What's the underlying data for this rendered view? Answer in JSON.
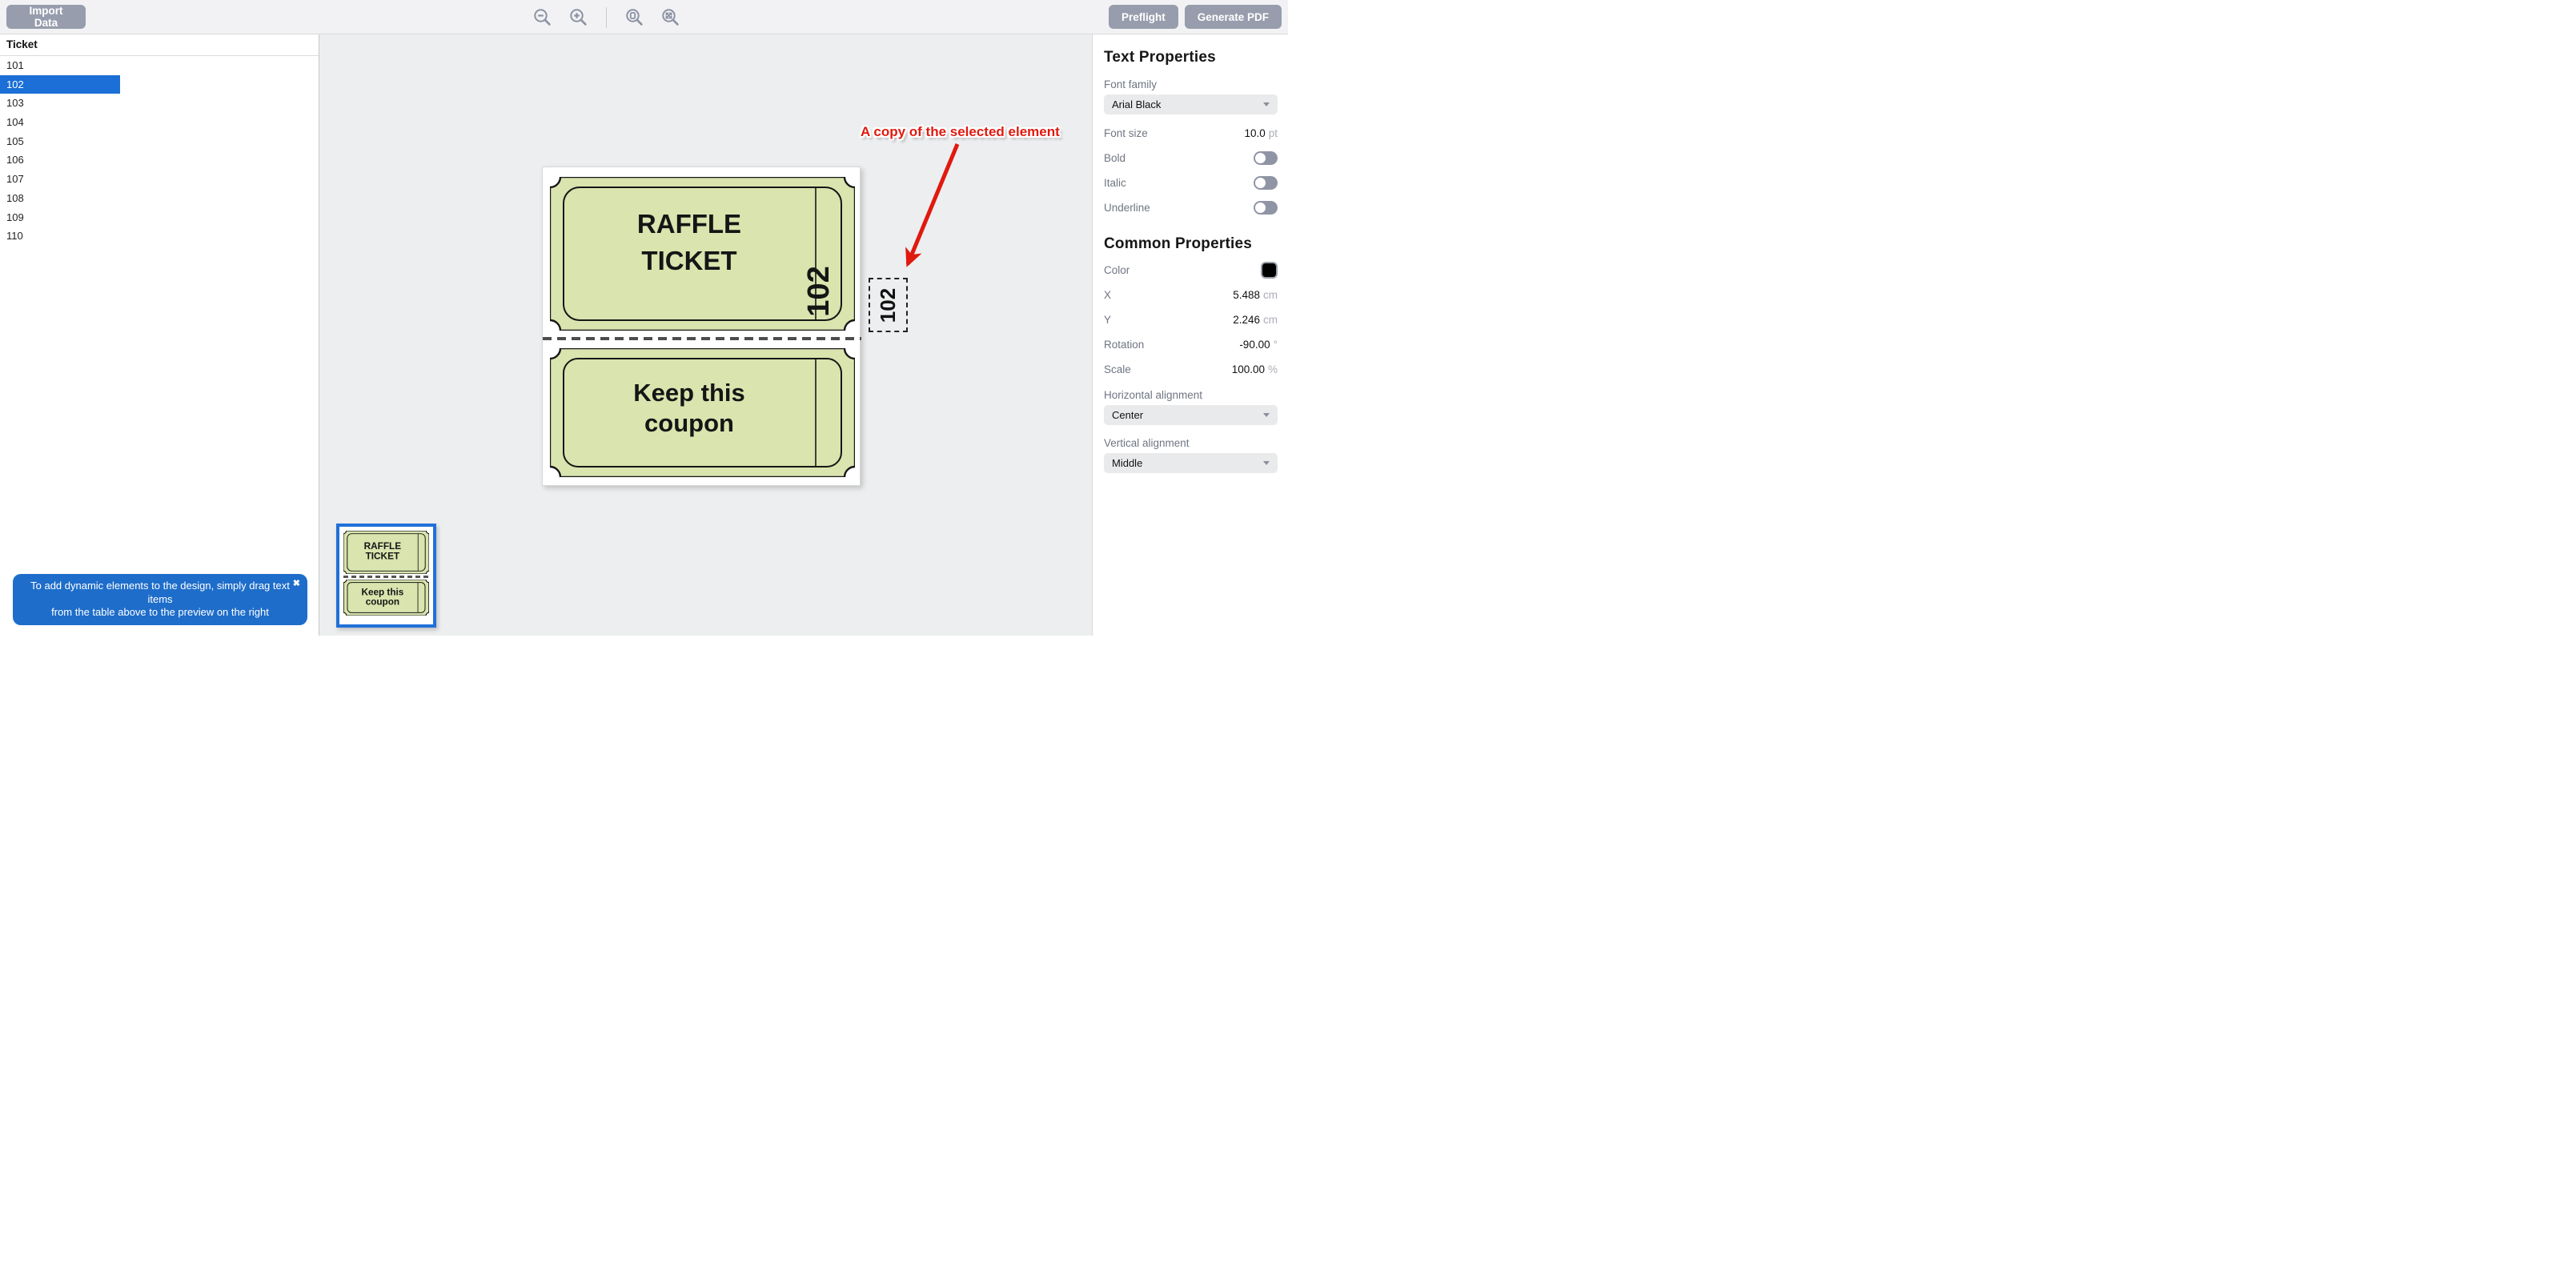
{
  "toolbar": {
    "import_label": "Import Data",
    "preflight_label": "Preflight",
    "generate_label": "Generate PDF",
    "zoom_icons": [
      "zoom-out-icon",
      "zoom-in-icon",
      "zoom-page-icon",
      "zoom-fit-icon"
    ]
  },
  "table": {
    "header": "Ticket",
    "rows": [
      "101",
      "102",
      "103",
      "104",
      "105",
      "106",
      "107",
      "108",
      "109",
      "110"
    ],
    "selected": "102"
  },
  "notification": {
    "line1": "To add dynamic elements to the design, simply drag text items",
    "line2": "from the table above to the preview on the right",
    "close_glyph": "✖"
  },
  "canvas": {
    "annotation": "A copy of the selected element",
    "ticket": {
      "raffle_line1": "RAFFLE",
      "raffle_line2": "TICKET",
      "number": "102",
      "coupon_line1": "Keep this",
      "coupon_line2": "coupon"
    },
    "copy_element_text": "102"
  },
  "properties": {
    "text_title": "Text Properties",
    "font_family_label": "Font family",
    "font_family_value": "Arial Black",
    "font_size_label": "Font size",
    "font_size_value": "10.0",
    "font_size_unit": "pt",
    "bold_label": "Bold",
    "italic_label": "Italic",
    "underline_label": "Underline",
    "common_title": "Common Properties",
    "color_label": "Color",
    "color_value": "#000000",
    "x_label": "X",
    "x_value": "5.488",
    "x_unit": "cm",
    "y_label": "Y",
    "y_value": "2.246",
    "y_unit": "cm",
    "rotation_label": "Rotation",
    "rotation_value": "-90.00",
    "rotation_unit": "°",
    "scale_label": "Scale",
    "scale_value": "100.00",
    "scale_unit": "%",
    "halign_label": "Horizontal alignment",
    "halign_value": "Center",
    "valign_label": "Vertical alignment",
    "valign_value": "Middle"
  },
  "colors": {
    "selection_blue": "#1b6fd6",
    "notification_blue": "#1e6dca",
    "button_gray": "#979dac",
    "ticket_green": "#d9e4ae",
    "annotation_red": "#e0190f"
  }
}
